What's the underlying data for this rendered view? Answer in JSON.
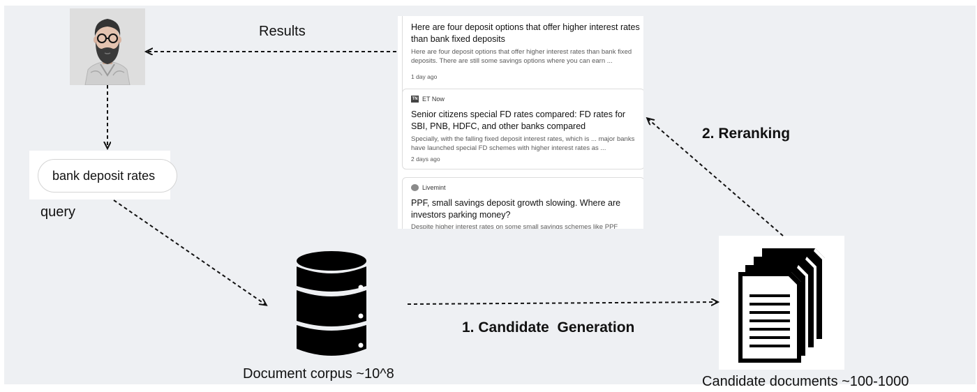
{
  "labels": {
    "results": "Results",
    "query": "query",
    "reranking": "2. Reranking",
    "candidate_generation": "1. Candidate  Generation",
    "document_corpus": "Document corpus ~10^8",
    "candidate_documents": "Candidate documents ~100-1000"
  },
  "search_box": {
    "text": "bank deposit rates"
  },
  "results": [
    {
      "source": "",
      "headline": "Here are four deposit options that offer higher interest rates than bank fixed deposits",
      "snippet": "Here are four deposit options that offer higher interest rates than bank fixed deposits. There are still some savings options where you can earn ...",
      "age": "1 day ago"
    },
    {
      "source": "ET Now",
      "source_logo": "TN",
      "headline": "Senior citizens special FD rates compared: FD rates for SBI, PNB, HDFC, and other banks compared",
      "snippet": "Specially, with the falling fixed deposit interest rates, which is ... major banks have launched special FD schemes with higher interest rates as ...",
      "age": "2 days ago"
    },
    {
      "source": "Livemint",
      "source_logo": "",
      "headline": "PPF, small savings deposit growth slowing. Where are investors parking money?",
      "snippet": "Despite higher interest rates on some small savings schemes like PPF",
      "age": ""
    }
  ],
  "icons": {
    "user": "bearded-user-avatar",
    "database": "database-icon",
    "documents": "documents-stack-icon"
  },
  "colors": {
    "background": "#eef0f3",
    "icon": "#000000",
    "arrow": "#111111"
  }
}
